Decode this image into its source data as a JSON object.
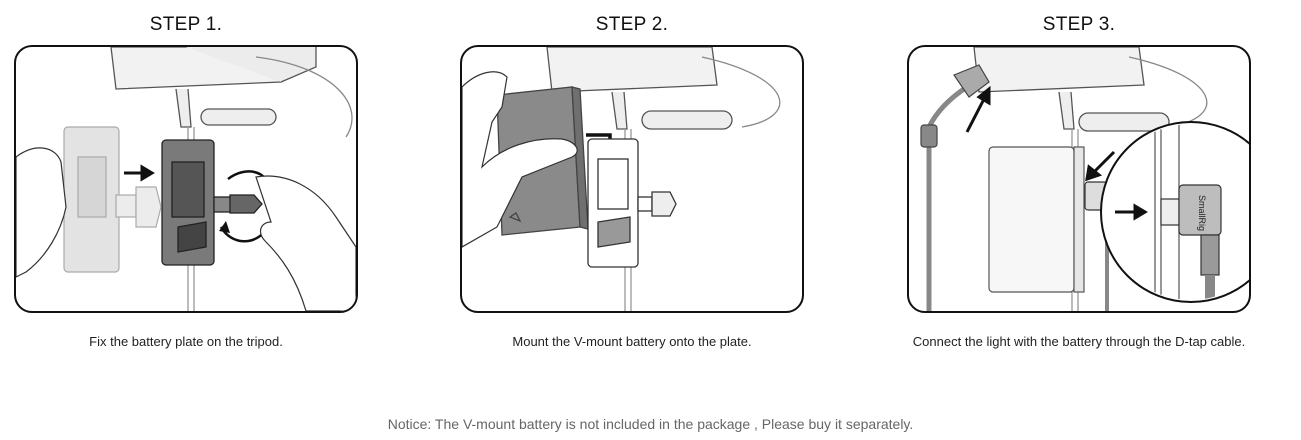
{
  "steps": [
    {
      "title": "STEP 1.",
      "caption": "Fix the battery plate on the tripod.",
      "illustration": "battery-plate-mount-illustration"
    },
    {
      "title": "STEP 2.",
      "caption": "Mount the V-mount battery onto the plate.",
      "illustration": "v-mount-battery-illustration"
    },
    {
      "title": "STEP 3.",
      "caption": "Connect the light with the battery through the D-tap cable.",
      "illustration": "d-tap-cable-illustration"
    }
  ],
  "cable_brand_label": "SmallRig",
  "notice": "Notice: The V-mount battery is not included in the package , Please buy it separately."
}
